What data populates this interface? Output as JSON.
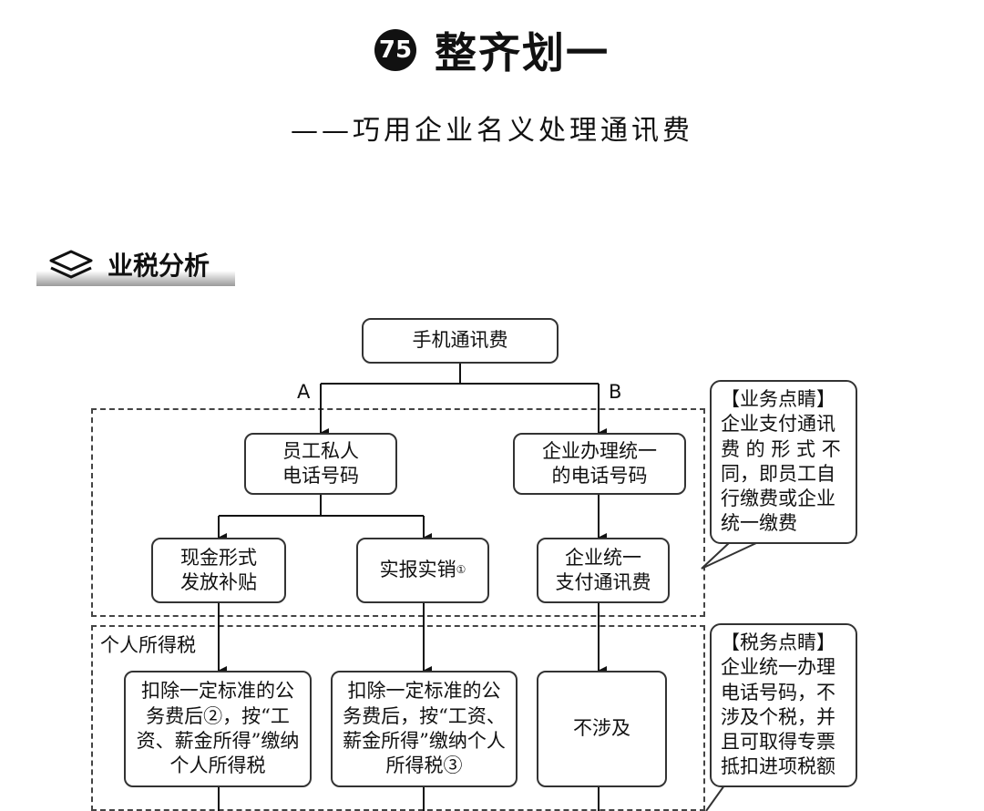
{
  "header": {
    "number": "75",
    "title": "整齐划一",
    "subtitle": "——巧用企业名义处理通讯费"
  },
  "section": {
    "label": "业税分析",
    "icon": "layers-icon"
  },
  "diagram": {
    "root": "手机通讯费",
    "branch_a": "A",
    "branch_b": "B",
    "level1": {
      "left": "员工私人\n电话号码",
      "right": "企业办理统一\n的电话号码"
    },
    "level2": {
      "cash": "现金形式\n发放补贴",
      "reimburse": "实报实销",
      "reimburse_mark": "①",
      "unified": "企业统一\n支付通讯费"
    },
    "tax_section_label": "个人所得税",
    "level3": {
      "box1": "扣除一定标准的公务费后②，按“工资、薪金所得”缴纳个人所得税",
      "box2": "扣除一定标准的公务费后，按“工资、薪金所得”缴纳个人所得税③",
      "box3": "不涉及"
    },
    "notes": {
      "business": "【业务点睛】\n企业支付通讯\n费 的 形 式 不\n同，即员工自\n行缴费或企业\n统一缴费",
      "tax": "【税务点睛】\n企业统一办理\n电话号码，不\n涉及个税，并\n且可取得专票\n抵扣进项税额"
    }
  }
}
